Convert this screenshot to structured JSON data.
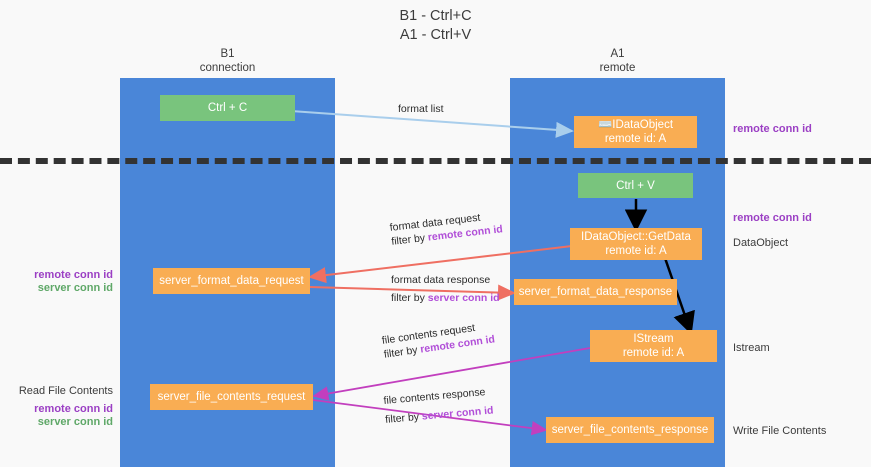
{
  "title": {
    "line1": "B1 - Ctrl+C",
    "line2": "A1 - Ctrl+V"
  },
  "lanes": [
    {
      "id": "b1",
      "name": "B1",
      "role": "connection",
      "color": "#4a86d8"
    },
    {
      "id": "a1",
      "name": "A1",
      "role": "remote",
      "color": "#4a86d8"
    }
  ],
  "colors": {
    "lane": "#4a86d8",
    "node_orange": "#f9ad53",
    "node_green": "#79c47d",
    "purple": "#9b3fc4",
    "green_text": "#5fa868",
    "arrow_blue": "#a9ceec",
    "arrow_red": "#ef6f62",
    "arrow_magenta": "#c23fbe",
    "arrow_black": "#000000",
    "divider": "#333333",
    "background": "#f9f9f9"
  },
  "nodes": {
    "ctrl_c": {
      "label": "Ctrl + C",
      "kind": "green"
    },
    "clipboard_dataobject": {
      "label": "⌨️IDataObject",
      "sub": "remote id: A",
      "kind": "orange"
    },
    "ctrl_v": {
      "label": "Ctrl + V",
      "kind": "green"
    },
    "getdata": {
      "label": "IDataObject::GetData",
      "sub": "remote id: A",
      "kind": "orange"
    },
    "server_format_data_request": {
      "label": "server_format_data_request",
      "kind": "orange"
    },
    "server_format_data_response": {
      "label": "server_format_data_response",
      "kind": "orange"
    },
    "istream": {
      "label": "IStream",
      "sub": "remote id: A",
      "kind": "orange"
    },
    "server_file_contents_request": {
      "label": "server_file_contents_request",
      "kind": "orange"
    },
    "server_file_contents_response": {
      "label": "server_file_contents_response",
      "kind": "orange"
    }
  },
  "edges": {
    "format_list": {
      "label": "format list"
    },
    "format_data_request": {
      "line1": "format data request",
      "filter_prefix": "filter by ",
      "filter_key": "remote conn id"
    },
    "format_data_response": {
      "line1": "format data response",
      "filter_prefix": "filter by ",
      "filter_key": "server conn id"
    },
    "file_contents_request": {
      "line1": "file contents request",
      "filter_prefix": "filter by ",
      "filter_key": "remote conn id"
    },
    "file_contents_response": {
      "line1": "file contents response",
      "filter_prefix": "filter by ",
      "filter_key": "server conn id"
    }
  },
  "annotations": {
    "right_remote_conn_id_top": "remote conn id",
    "right_remote_conn_id_mid": "remote conn id",
    "right_dataobject": "DataObject",
    "right_istream": "Istream",
    "right_write_file_contents": "Write File Contents",
    "left_remote_conn_id_mid": "remote conn id",
    "left_server_conn_id_mid": "server conn id",
    "left_read_file_contents": "Read File Contents",
    "left_remote_conn_id_bottom": "remote conn id",
    "left_server_conn_id_bottom": "server conn id"
  }
}
